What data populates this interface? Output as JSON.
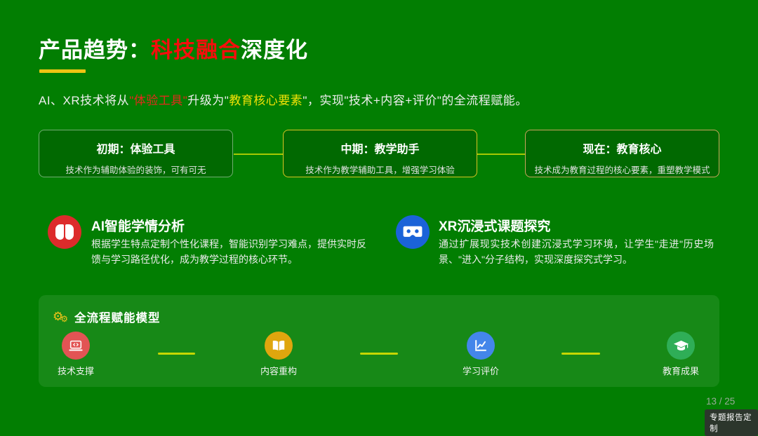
{
  "header": {
    "title_prefix": "产品趋势：",
    "title_highlight": "科技融合",
    "title_suffix": "深度化",
    "subtitle_segments": [
      {
        "text": "AI、XR技术将从",
        "color": "white"
      },
      {
        "text": "\"体验工具\"",
        "color": "red"
      },
      {
        "text": "升级为\"",
        "color": "white"
      },
      {
        "text": "教育核心要素",
        "color": "yellow"
      },
      {
        "text": "\"，实现\"技术+内容+评价\"的全流程赋能。",
        "color": "white"
      }
    ]
  },
  "timeline": [
    {
      "title": "初期：体验工具",
      "desc": "技术作为辅助体验的装饰，可有可无",
      "border_color": "#72ad72"
    },
    {
      "title": "中期：教学助手",
      "desc": "技术作为教学辅助工具，增强学习体验",
      "border_color": "#d9c422"
    },
    {
      "title": "现在：教育核心",
      "desc": "技术成为教育过程的核心要素，重塑教学模式",
      "border_color": "#c9a55e"
    }
  ],
  "features": [
    {
      "icon": "brain-icon",
      "icon_bg": "#dd2b2b",
      "title": "AI智能学情分析",
      "desc": "根据学生特点定制个性化课程，智能识别学习难点，提供实时反馈与学习路径优化，成为教学过程的核心环节。"
    },
    {
      "icon": "vr-goggles-icon",
      "icon_bg": "#1b63d8",
      "title": "XR沉浸式课题探究",
      "desc": "通过扩展现实技术创建沉浸式学习环境，让学生\"走进\"历史场景、\"进入\"分子结构，实现深度探究式学习。"
    }
  ],
  "model": {
    "title": "全流程赋能模型",
    "steps": [
      {
        "label": "技术支撑",
        "icon": "laptop-icon",
        "color": "#e25454"
      },
      {
        "label": "内容重构",
        "icon": "open-book-icon",
        "color": "#dfa60e"
      },
      {
        "label": "学习评价",
        "icon": "line-chart-icon",
        "color": "#4486ea"
      },
      {
        "label": "教育成果",
        "icon": "graduation-cap-icon",
        "color": "#2fae57"
      }
    ]
  },
  "footer": {
    "page_number": "13 / 25",
    "watermark": "专题报告定制"
  },
  "colors": {
    "background": "#027e02",
    "title_highlight_red": "#f70d0d",
    "accent_yellow": "#eec413",
    "subtitle_red": "#e42a1c",
    "subtitle_yellow": "#f2e206",
    "connector_green": "#a6c903"
  }
}
